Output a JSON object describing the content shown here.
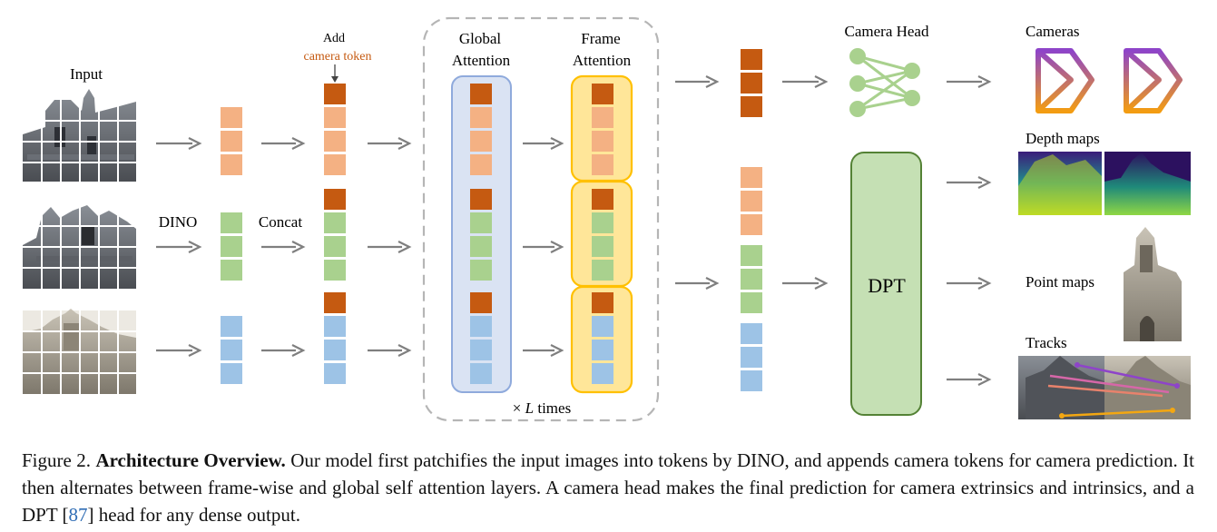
{
  "labels": {
    "input": "Input",
    "add": "Add",
    "camera_token": "camera token",
    "global_1": "Global",
    "global_2": "Attention",
    "frame_1": "Frame",
    "frame_2": "Attention",
    "dino": "DINO",
    "concat": "Concat",
    "times_x": "×",
    "times_L": "L",
    "times_word": "times",
    "camera_head": "Camera Head",
    "cameras": "Cameras",
    "depth_maps": "Depth maps",
    "point_maps": "Point maps",
    "tracks": "Tracks",
    "dpt": "DPT"
  },
  "caption": {
    "prefix": "Figure 2.",
    "bold": "Architecture Overview.",
    "text1": "Our model first patchifies the input images into tokens by DINO, and appends camera tokens for camera prediction. It then alternates between frame-wise and global self attention layers. A camera head makes the final prediction for camera extrinsics and intrinsics, and a DPT [",
    "ref": "87",
    "text2": "] head for any dense output."
  },
  "colors": {
    "camera_token": "#c55a11",
    "token_orange": "#f4b183",
    "token_green": "#a9d18e",
    "token_blue": "#9dc3e6",
    "global_fill": "#dae3f3",
    "global_stroke": "#8faadc",
    "frame_fill": "#ffe699",
    "frame_stroke": "#ffc000",
    "dpt_fill": "#c5e0b4",
    "dpt_stroke": "#548235",
    "arrow": "#7f7f7f",
    "ref_link": "#2f6db5"
  }
}
